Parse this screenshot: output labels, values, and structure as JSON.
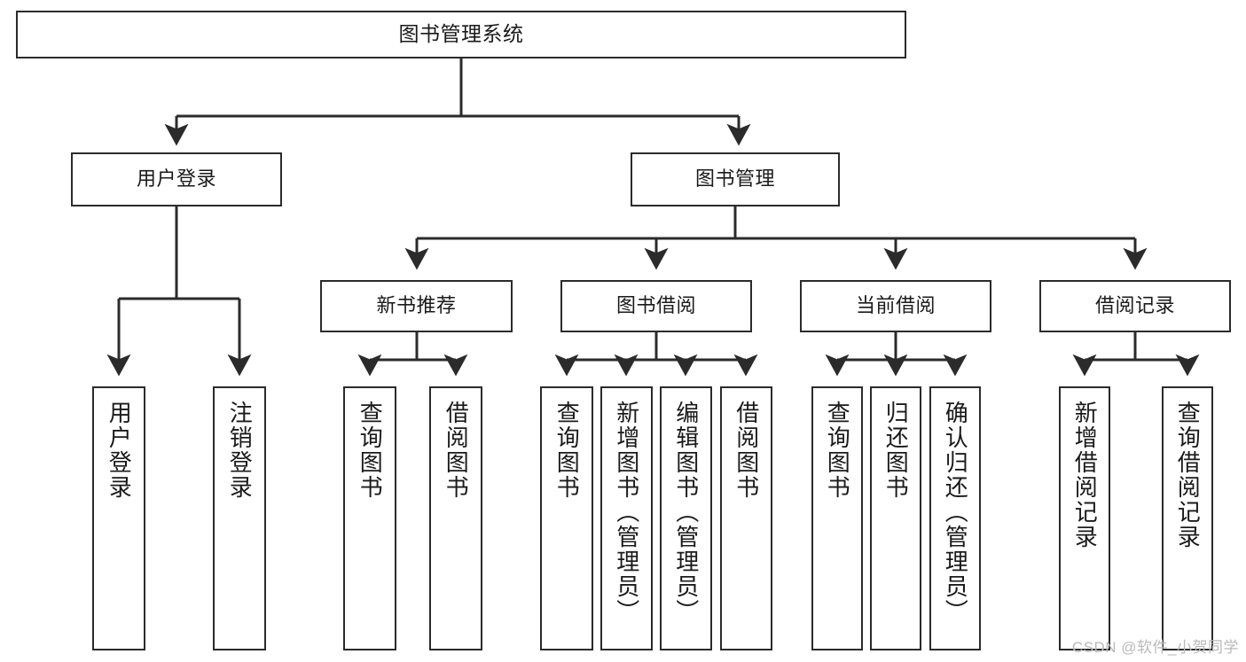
{
  "diagram": {
    "type": "tree-hierarchy-chart",
    "title": "图书管理系统",
    "colors": {
      "box_border": "#2b2b2b",
      "box_fill": "#ffffff",
      "edge": "#2b2b2b",
      "text": "#1a1a1a",
      "watermark": "#b9b9b9"
    },
    "nodes": {
      "root": {
        "label": "图书管理系统"
      },
      "level1": [
        {
          "id": "user-login",
          "label": "用户登录"
        },
        {
          "id": "book-manage",
          "label": "图书管理"
        }
      ],
      "level2": [
        {
          "id": "new-book-recommend",
          "label": "新书推荐"
        },
        {
          "id": "book-borrow",
          "label": "图书借阅"
        },
        {
          "id": "current-borrow",
          "label": "当前借阅"
        },
        {
          "id": "borrow-record",
          "label": "借阅记录"
        }
      ],
      "leaves": {
        "user-login": [
          {
            "id": "leaf-user-login",
            "label": "用户登录"
          },
          {
            "id": "leaf-logout",
            "label": "注销登录"
          }
        ],
        "new-book-recommend": [
          {
            "id": "leaf-query-book-1",
            "label": "查询图书"
          },
          {
            "id": "leaf-borrow-book-1",
            "label": "借阅图书"
          }
        ],
        "book-borrow": [
          {
            "id": "leaf-query-book-2",
            "label": "查询图书"
          },
          {
            "id": "leaf-add-book",
            "label": "新增图书（管理员）"
          },
          {
            "id": "leaf-edit-book",
            "label": "编辑图书（管理员）"
          },
          {
            "id": "leaf-borrow-book-2",
            "label": "借阅图书"
          }
        ],
        "current-borrow": [
          {
            "id": "leaf-query-book-3",
            "label": "查询图书"
          },
          {
            "id": "leaf-return-book",
            "label": "归还图书"
          },
          {
            "id": "leaf-confirm-return",
            "label": "确认归还（管理员）"
          }
        ],
        "borrow-record": [
          {
            "id": "leaf-add-record",
            "label": "新增借阅记录"
          },
          {
            "id": "leaf-query-record",
            "label": "查询借阅记录"
          }
        ]
      }
    },
    "watermark": "CSDN @软件_小贺同学"
  }
}
